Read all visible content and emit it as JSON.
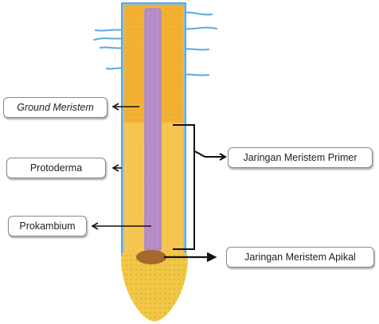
{
  "labels": {
    "ground_meristem": "Ground Meristem",
    "protoderma": "Protoderma",
    "prokambium": "Prokambium",
    "primary_meristem": "Jaringan Meristem Primer",
    "apical_meristem": "Jaringan Meristem Apikal"
  },
  "colors": {
    "root_hair": "#5aa8de",
    "epidermis": "#8cc4ec",
    "upper_cortex": "#f3b234",
    "meristem_zone": "#f7c650",
    "root_cap": "#f1c746",
    "vascular": "#b88fc8",
    "apical_cells": "#a8672d",
    "arrow": "#111111",
    "label_border": "#8a8a8a"
  }
}
